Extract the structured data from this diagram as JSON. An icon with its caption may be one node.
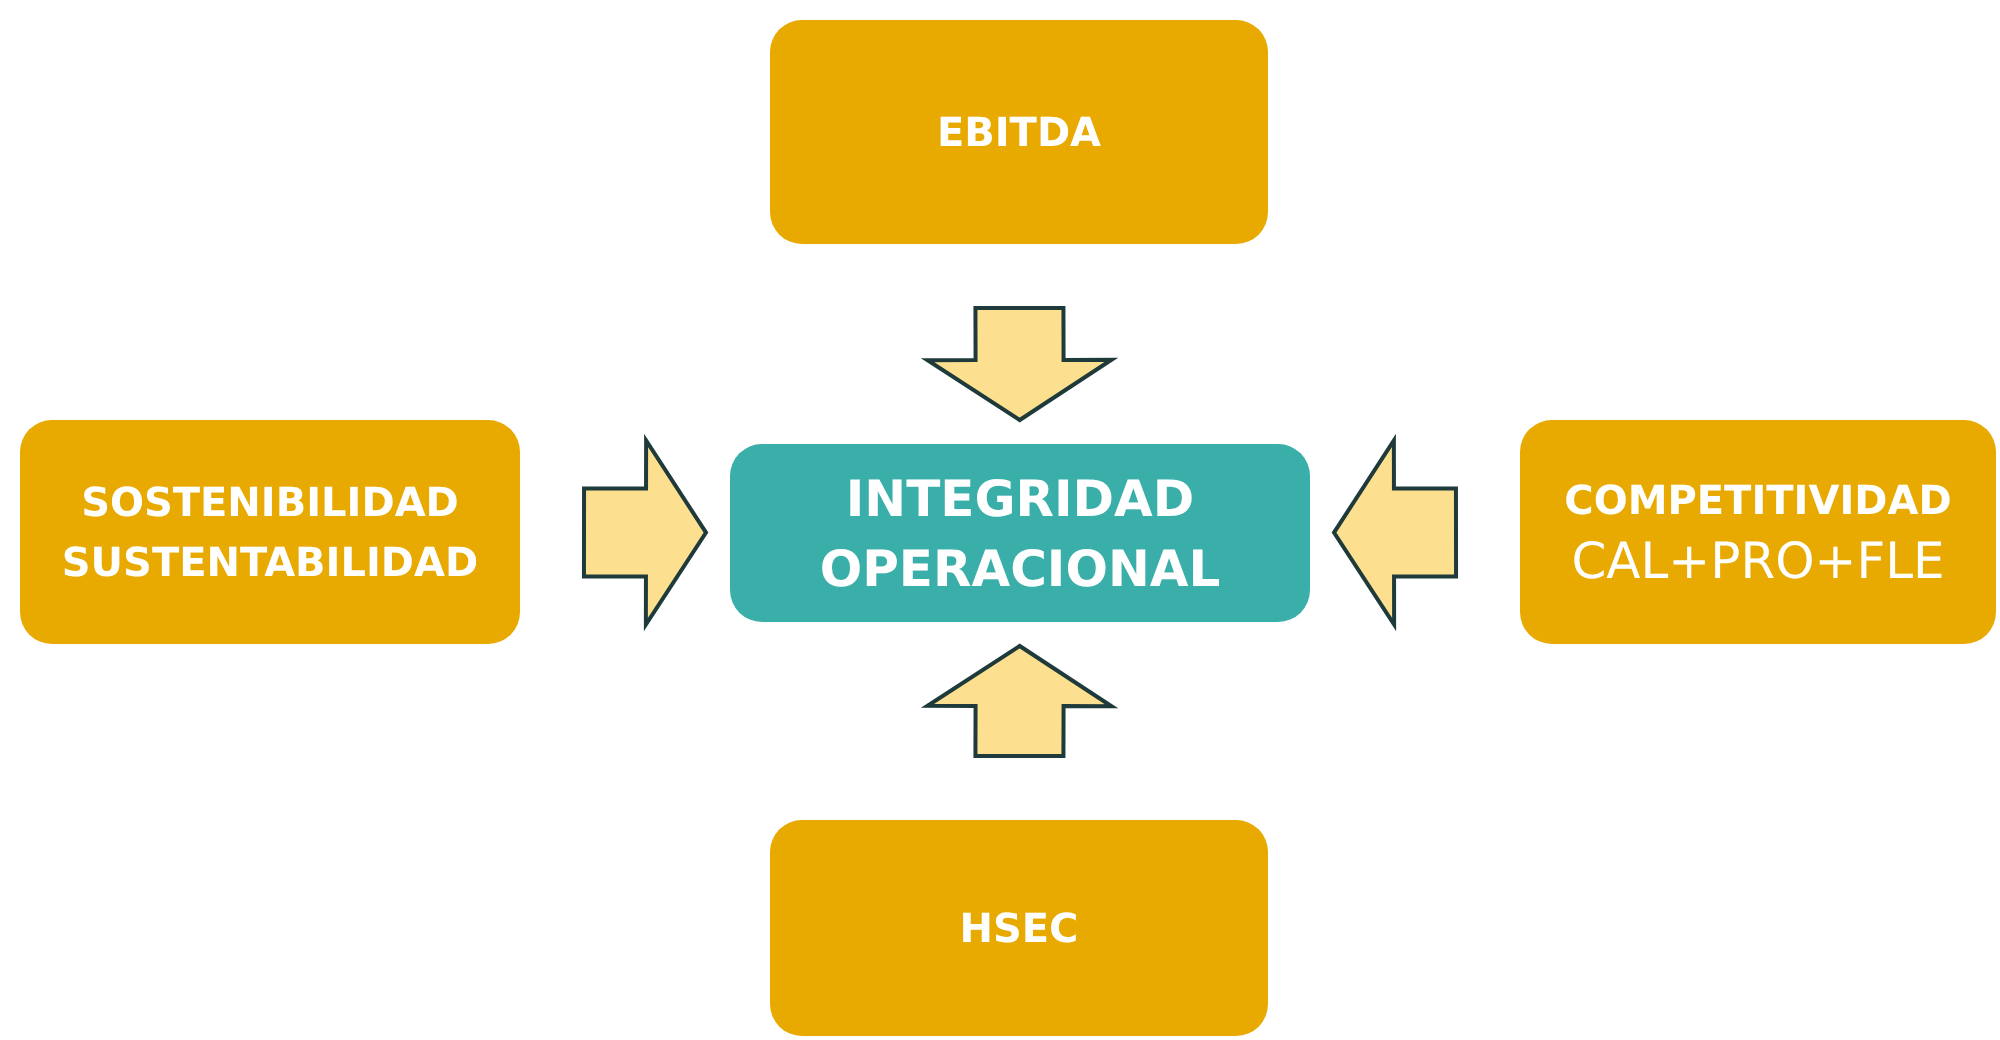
{
  "diagram": {
    "nodes": [
      {
        "text": [
          "EBITDA"
        ]
      },
      {
        "text": [
          "SOSTENIBILIDAD SUSTENTABILIDAD"
        ]
      },
      {
        "text": [
          "INTEGRIDAD OPERACIONAL"
        ]
      },
      {
        "text": [
          "COMPETITIVIDAD",
          "CAL+PRO+FLE"
        ]
      },
      {
        "text": [
          "HSEC"
        ]
      }
    ],
    "edges": [
      {
        "from": 0,
        "to": 2,
        "arrow": "to"
      },
      {
        "from": 1,
        "to": 2,
        "arrow": "to"
      },
      {
        "from": 3,
        "to": 2,
        "arrow": "to"
      },
      {
        "from": 4,
        "to": 2,
        "arrow": "to"
      }
    ]
  }
}
